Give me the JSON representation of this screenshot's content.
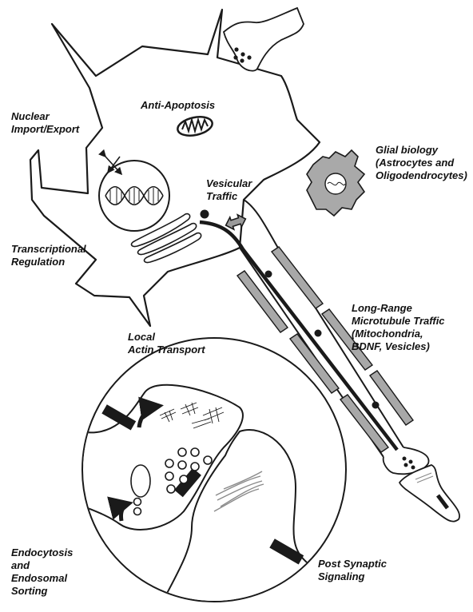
{
  "labels": {
    "anti_apoptosis": "Anti-Apoptosis",
    "nuclear": [
      "Nuclear",
      "Import/Export"
    ],
    "glial": [
      "Glial biology",
      "(Astrocytes and",
      "Oligodendrocytes)"
    ],
    "vesicular": [
      "Vesicular",
      "Traffic"
    ],
    "transcriptional": [
      "Transcriptional",
      "Regulation"
    ],
    "long_range": [
      "Long-Range",
      "Microtubule Traffic",
      "(Mitochondria,",
      "BDNF, Vesicles)"
    ],
    "local_actin": [
      "Local",
      "Actin Transport"
    ],
    "endocytosis": [
      "Endocytosis",
      "and",
      "Endosomal",
      "Sorting"
    ],
    "post_synaptic": [
      "Post Synaptic",
      "Signaling"
    ]
  },
  "colors": {
    "outline": "#1a1a1a",
    "fill": "#ffffff",
    "bar_gray": "#a8a8a8",
    "cell_gray": "#a9a9a9",
    "actin_gray": "#8a8a8a"
  }
}
